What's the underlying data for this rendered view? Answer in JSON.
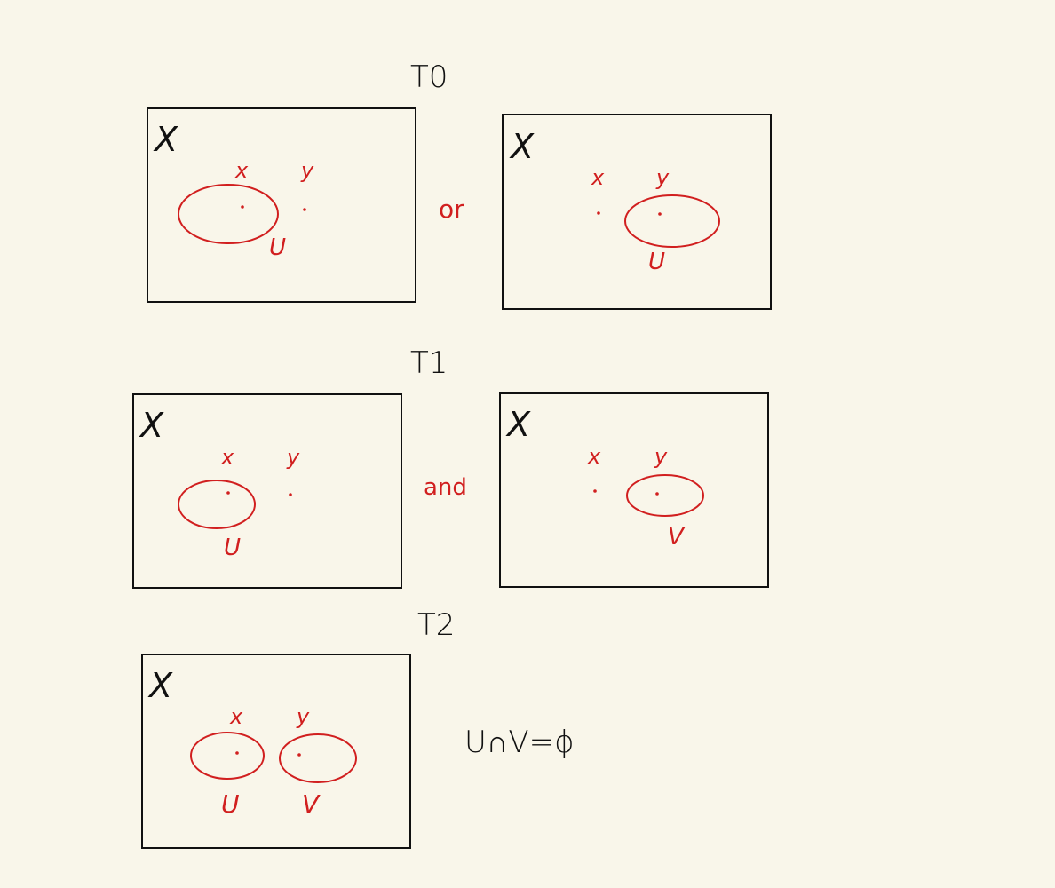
{
  "colors": {
    "background": "#f9f6ea",
    "ink": "#111111",
    "accent": "#d11f1f"
  },
  "sections": {
    "t0": {
      "heading": "T0",
      "connector": "or",
      "left_panel": {
        "space_label": "X",
        "point_x_label": "x",
        "point_y_label": "y",
        "open_set_label": "U"
      },
      "right_panel": {
        "space_label": "X",
        "point_x_label": "x",
        "point_y_label": "y",
        "open_set_label": "U"
      }
    },
    "t1": {
      "heading": "T1",
      "connector": "and",
      "left_panel": {
        "space_label": "X",
        "point_x_label": "x",
        "point_y_label": "y",
        "open_set_label": "U"
      },
      "right_panel": {
        "space_label": "X",
        "point_x_label": "x",
        "point_y_label": "y",
        "open_set_label": "V"
      }
    },
    "t2": {
      "heading": "T2",
      "panel": {
        "space_label": "X",
        "point_x_label": "x",
        "point_y_label": "y",
        "open_set_u_label": "U",
        "open_set_v_label": "V"
      },
      "condition": "U∩V=ϕ"
    }
  }
}
